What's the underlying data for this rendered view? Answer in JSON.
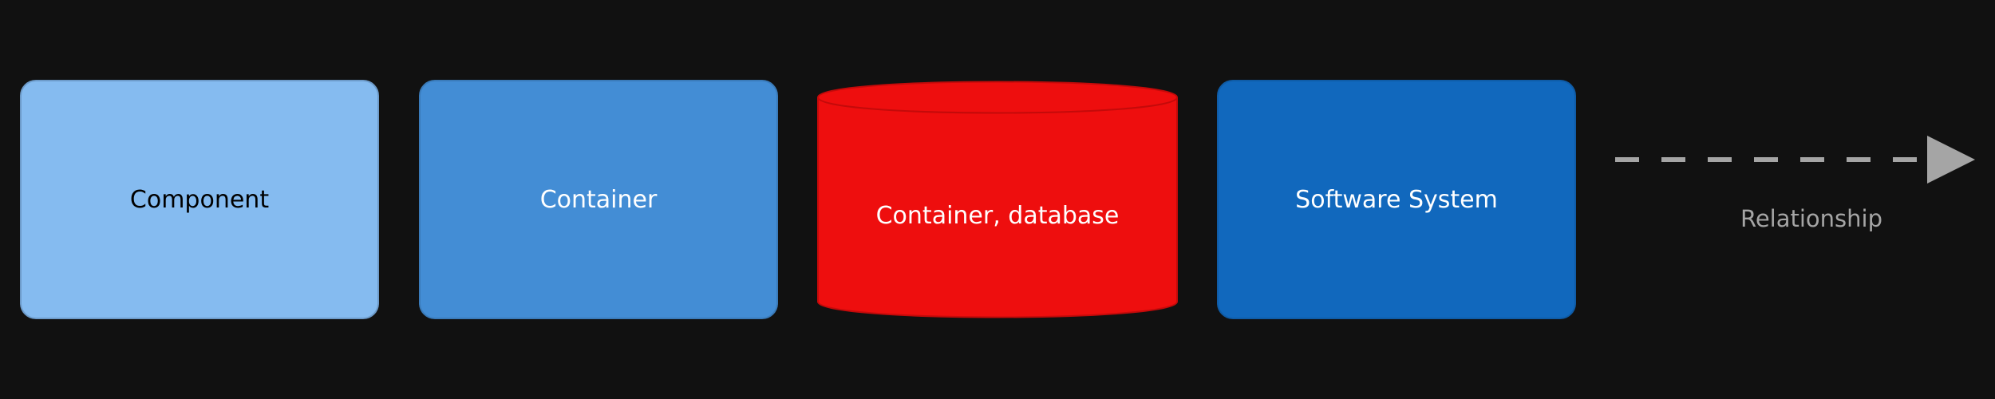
{
  "legend": {
    "component": {
      "label": "Component",
      "color": "#85bbf0"
    },
    "container": {
      "label": "Container",
      "color": "#438dd5"
    },
    "database": {
      "label": "Container, database",
      "color": "#ee0e0e"
    },
    "system": {
      "label": "Software System",
      "color": "#1168bd"
    },
    "relationship": {
      "label": "Relationship",
      "color": "#a5a5a5"
    }
  }
}
